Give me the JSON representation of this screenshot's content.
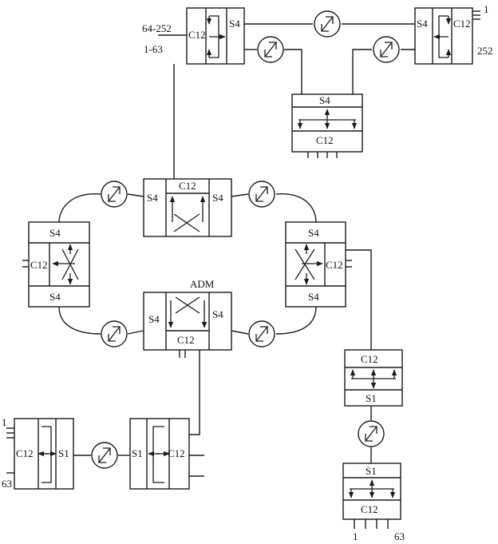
{
  "labels": {
    "s4": "S4",
    "s1": "S1",
    "c12": "C12",
    "adm": "ADM",
    "range_high": "64-252",
    "range_low": "1-63",
    "port_1": "1",
    "port_63": "63",
    "port_252": "252"
  }
}
